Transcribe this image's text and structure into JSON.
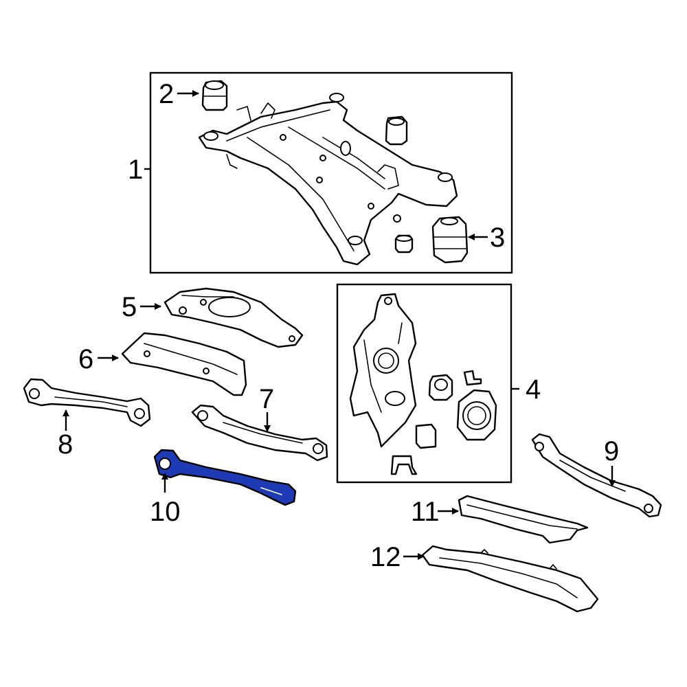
{
  "callouts": {
    "c1": "1",
    "c2": "2",
    "c3": "3",
    "c4": "4",
    "c5": "5",
    "c6": "6",
    "c7": "7",
    "c8": "8",
    "c9": "9",
    "c10": "10",
    "c11": "11",
    "c12": "12"
  },
  "highlight_color": "#1f3ab5",
  "highlighted_part": "10"
}
